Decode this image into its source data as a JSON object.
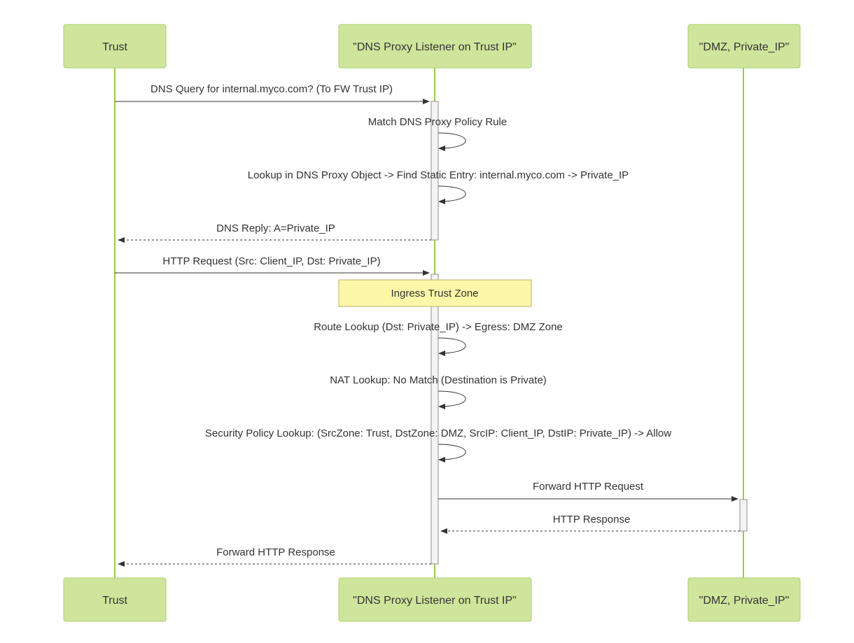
{
  "participants": [
    {
      "id": "trust",
      "label": "Trust"
    },
    {
      "id": "dns",
      "label": "\"DNS Proxy Listener on Trust IP\""
    },
    {
      "id": "dmz",
      "label": "\"DMZ, Private_IP\""
    }
  ],
  "messages": [
    {
      "from": "trust",
      "to": "dns",
      "label": "DNS Query for internal.myco.com? (To FW Trust IP)",
      "style": "solid"
    },
    {
      "from": "dns",
      "to": "dns",
      "label": "Match DNS Proxy Policy Rule",
      "style": "self"
    },
    {
      "from": "dns",
      "to": "dns",
      "label": "Lookup in DNS Proxy Object -> Find Static Entry: internal.myco.com -> Private_IP",
      "style": "self"
    },
    {
      "from": "dns",
      "to": "trust",
      "label": "DNS Reply: A=Private_IP",
      "style": "dashed"
    },
    {
      "from": "trust",
      "to": "dns",
      "label": "HTTP Request (Src: Client_IP, Dst: Private_IP)",
      "style": "solid"
    },
    {
      "from": "dns",
      "to": "dns",
      "label": "Route Lookup (Dst: Private_IP) -> Egress: DMZ Zone",
      "style": "self"
    },
    {
      "from": "dns",
      "to": "dns",
      "label": "NAT Lookup: No Match (Destination is Private)",
      "style": "self"
    },
    {
      "from": "dns",
      "to": "dns",
      "label": "Security Policy Lookup: (SrcZone: Trust, DstZone: DMZ, SrcIP: Client_IP, DstIP: Private_IP) -> Allow",
      "style": "self"
    },
    {
      "from": "dns",
      "to": "dmz",
      "label": "Forward HTTP Request",
      "style": "solid"
    },
    {
      "from": "dmz",
      "to": "dns",
      "label": "HTTP Response",
      "style": "dashed"
    },
    {
      "from": "dns",
      "to": "trust",
      "label": "Forward HTTP Response",
      "style": "dashed"
    }
  ],
  "notes": [
    {
      "over": "dns",
      "label": "Ingress Trust Zone"
    }
  ]
}
